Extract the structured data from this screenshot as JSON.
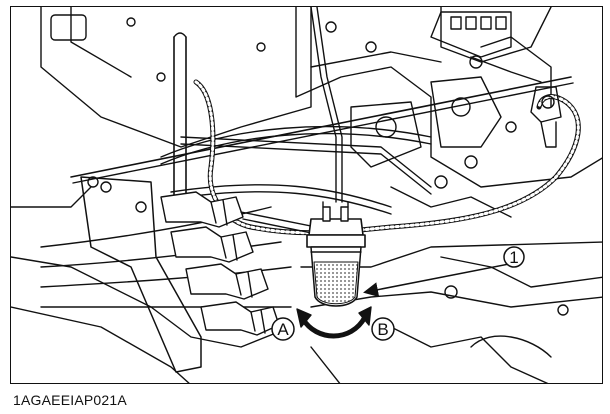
{
  "figure": {
    "code": "1AGAEEIAP021A",
    "callouts": [
      {
        "id": "callout-1",
        "label": "1"
      },
      {
        "id": "callout-a",
        "label": "A"
      },
      {
        "id": "callout-b",
        "label": "B"
      }
    ]
  },
  "colors": {
    "line": "#111111",
    "background": "#ffffff",
    "mesh": "#8a8a8a"
  }
}
